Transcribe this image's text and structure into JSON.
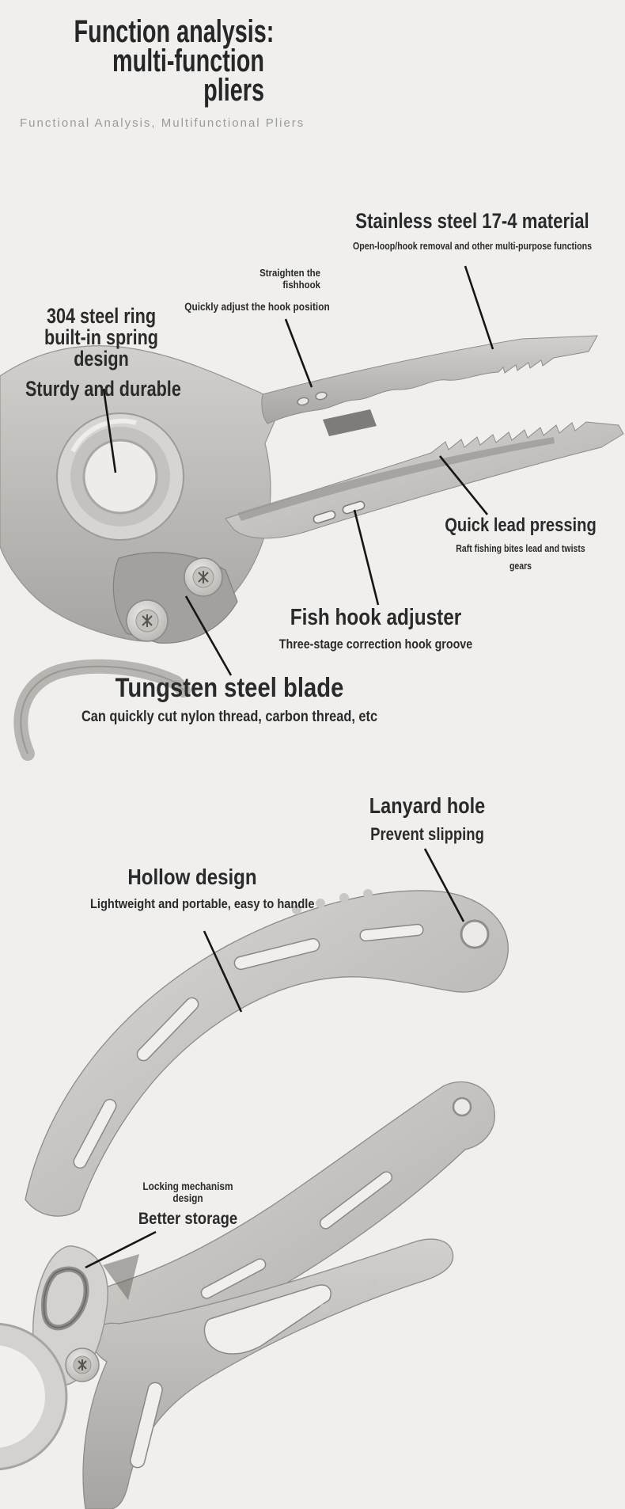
{
  "colors": {
    "background": "#f0efed",
    "heading_text": "#2a2a2a",
    "subtitle_text": "#9a9a9a",
    "callout_line": "#161616",
    "metal_base": "#b7b5b1",
    "metal_highlight": "#d8d6d3",
    "metal_shadow": "#8e8c88"
  },
  "header": {
    "title_lines": [
      "Function analysis:",
      "multi-function",
      "pliers"
    ],
    "subtitle": "Functional Analysis, Multifunctional Pliers"
  },
  "annotations": {
    "stainless_steel": {
      "title": "Stainless steel 17-4 material",
      "subtitle": "Open-loop/hook removal and other multi-purpose functions"
    },
    "straighten_fishhook": {
      "title_lines": [
        "Straighten the",
        "fishhook"
      ],
      "subtitle": "Quickly adjust the hook position"
    },
    "steel_ring": {
      "title_lines": [
        "304 steel ring",
        "built-in spring",
        "design"
      ],
      "subtitle": "Sturdy and durable"
    },
    "quick_lead": {
      "title": "Quick lead pressing",
      "subtitle_lines": [
        "Raft fishing bites lead and twists",
        "gears"
      ]
    },
    "fish_hook_adjuster": {
      "title": "Fish hook adjuster",
      "subtitle": "Three-stage correction hook groove"
    },
    "tungsten_blade": {
      "title": "Tungsten steel blade",
      "subtitle": "Can quickly cut nylon thread, carbon thread, etc"
    },
    "lanyard_hole": {
      "title": "Lanyard hole",
      "subtitle": "Prevent slipping"
    },
    "hollow_design": {
      "title": "Hollow design",
      "subtitle": "Lightweight and portable, easy to handle"
    },
    "locking_mechanism": {
      "title_lines": [
        "Locking mechanism",
        "design"
      ],
      "subtitle": "Better storage"
    }
  }
}
